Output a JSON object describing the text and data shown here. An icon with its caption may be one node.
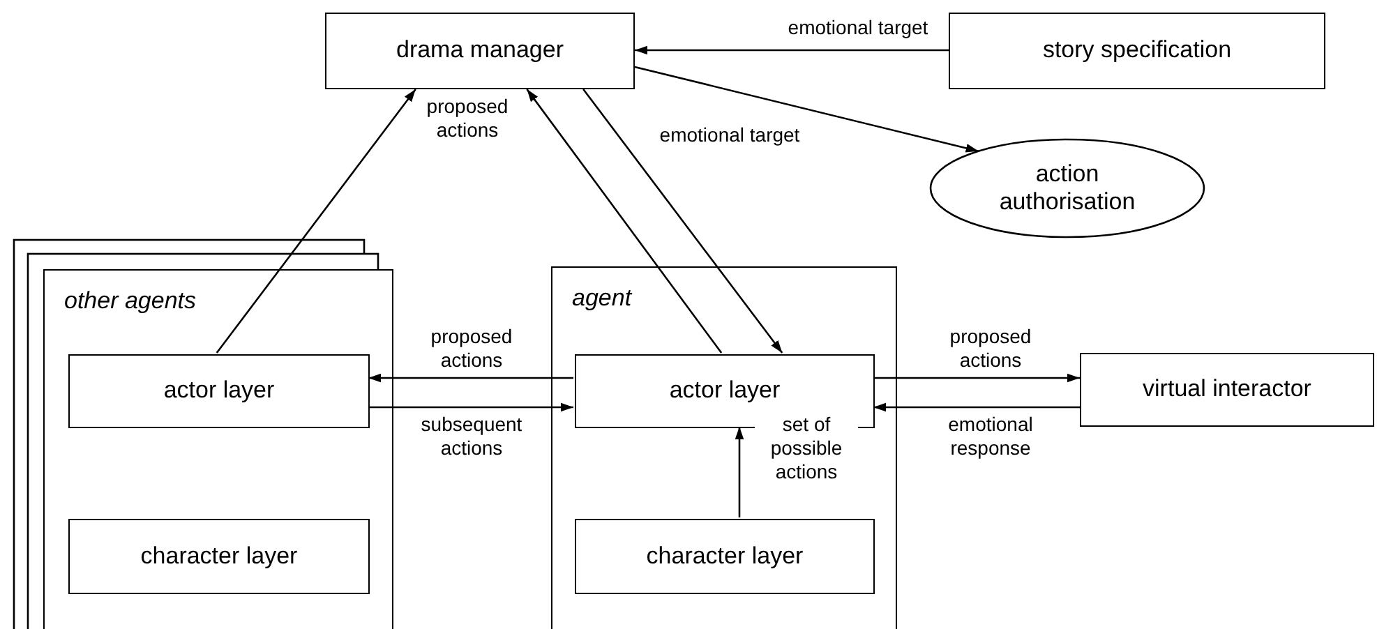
{
  "diagram": {
    "nodes": [
      {
        "text": [
          "drama manager"
        ]
      },
      {
        "text": [
          "story specification"
        ]
      },
      {
        "text": [
          "action authorisation"
        ]
      },
      {
        "text": [
          "other agents"
        ]
      },
      {
        "text": [
          "actor layer"
        ],
        "in": 3
      },
      {
        "text": [
          "character layer"
        ],
        "in": 3
      },
      {
        "text": [
          "agent"
        ]
      },
      {
        "text": [
          "actor layer"
        ],
        "in": 6
      },
      {
        "text": [
          "character layer"
        ],
        "in": 6
      },
      {
        "text": [
          "virtual interactor"
        ]
      }
    ],
    "edges": [
      {
        "from": 1,
        "to": 0,
        "arrow": "to",
        "label": "emotional target"
      },
      {
        "from": 0,
        "to": 2,
        "arrow": "to"
      },
      {
        "from": 4,
        "to": 0,
        "arrow": "to",
        "label": "proposed actions"
      },
      {
        "from": 7,
        "to": 0,
        "arrow": "to"
      },
      {
        "from": 0,
        "to": 7,
        "arrow": "to",
        "label": "emotional target"
      },
      {
        "from": 7,
        "to": 4,
        "arrow": "to",
        "label": "proposed actions"
      },
      {
        "from": 4,
        "to": 7,
        "arrow": "to",
        "label": "subsequent actions"
      },
      {
        "from": 7,
        "to": 9,
        "arrow": "to",
        "label": "proposed actions"
      },
      {
        "from": 9,
        "to": 7,
        "arrow": "to",
        "label": "emotional response"
      },
      {
        "from": 8,
        "to": 7,
        "arrow": "to",
        "label": "set of possible actions"
      }
    ]
  }
}
